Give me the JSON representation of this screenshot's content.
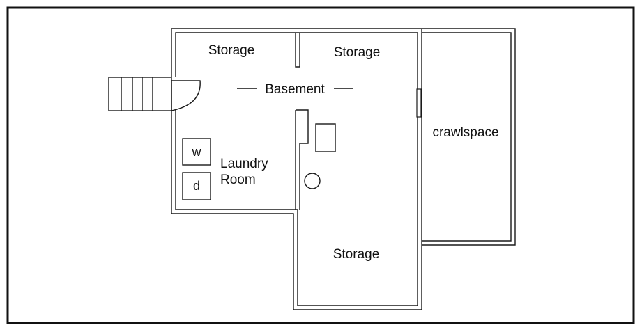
{
  "rooms": {
    "storage_top_left": "Storage",
    "storage_top_right": "Storage",
    "basement": "Basement",
    "laundry_line1": "Laundry",
    "laundry_line2": "Room",
    "crawlspace": "crawlspace",
    "storage_bottom": "Storage"
  },
  "appliances": {
    "washer": "w",
    "dryer": "d"
  }
}
